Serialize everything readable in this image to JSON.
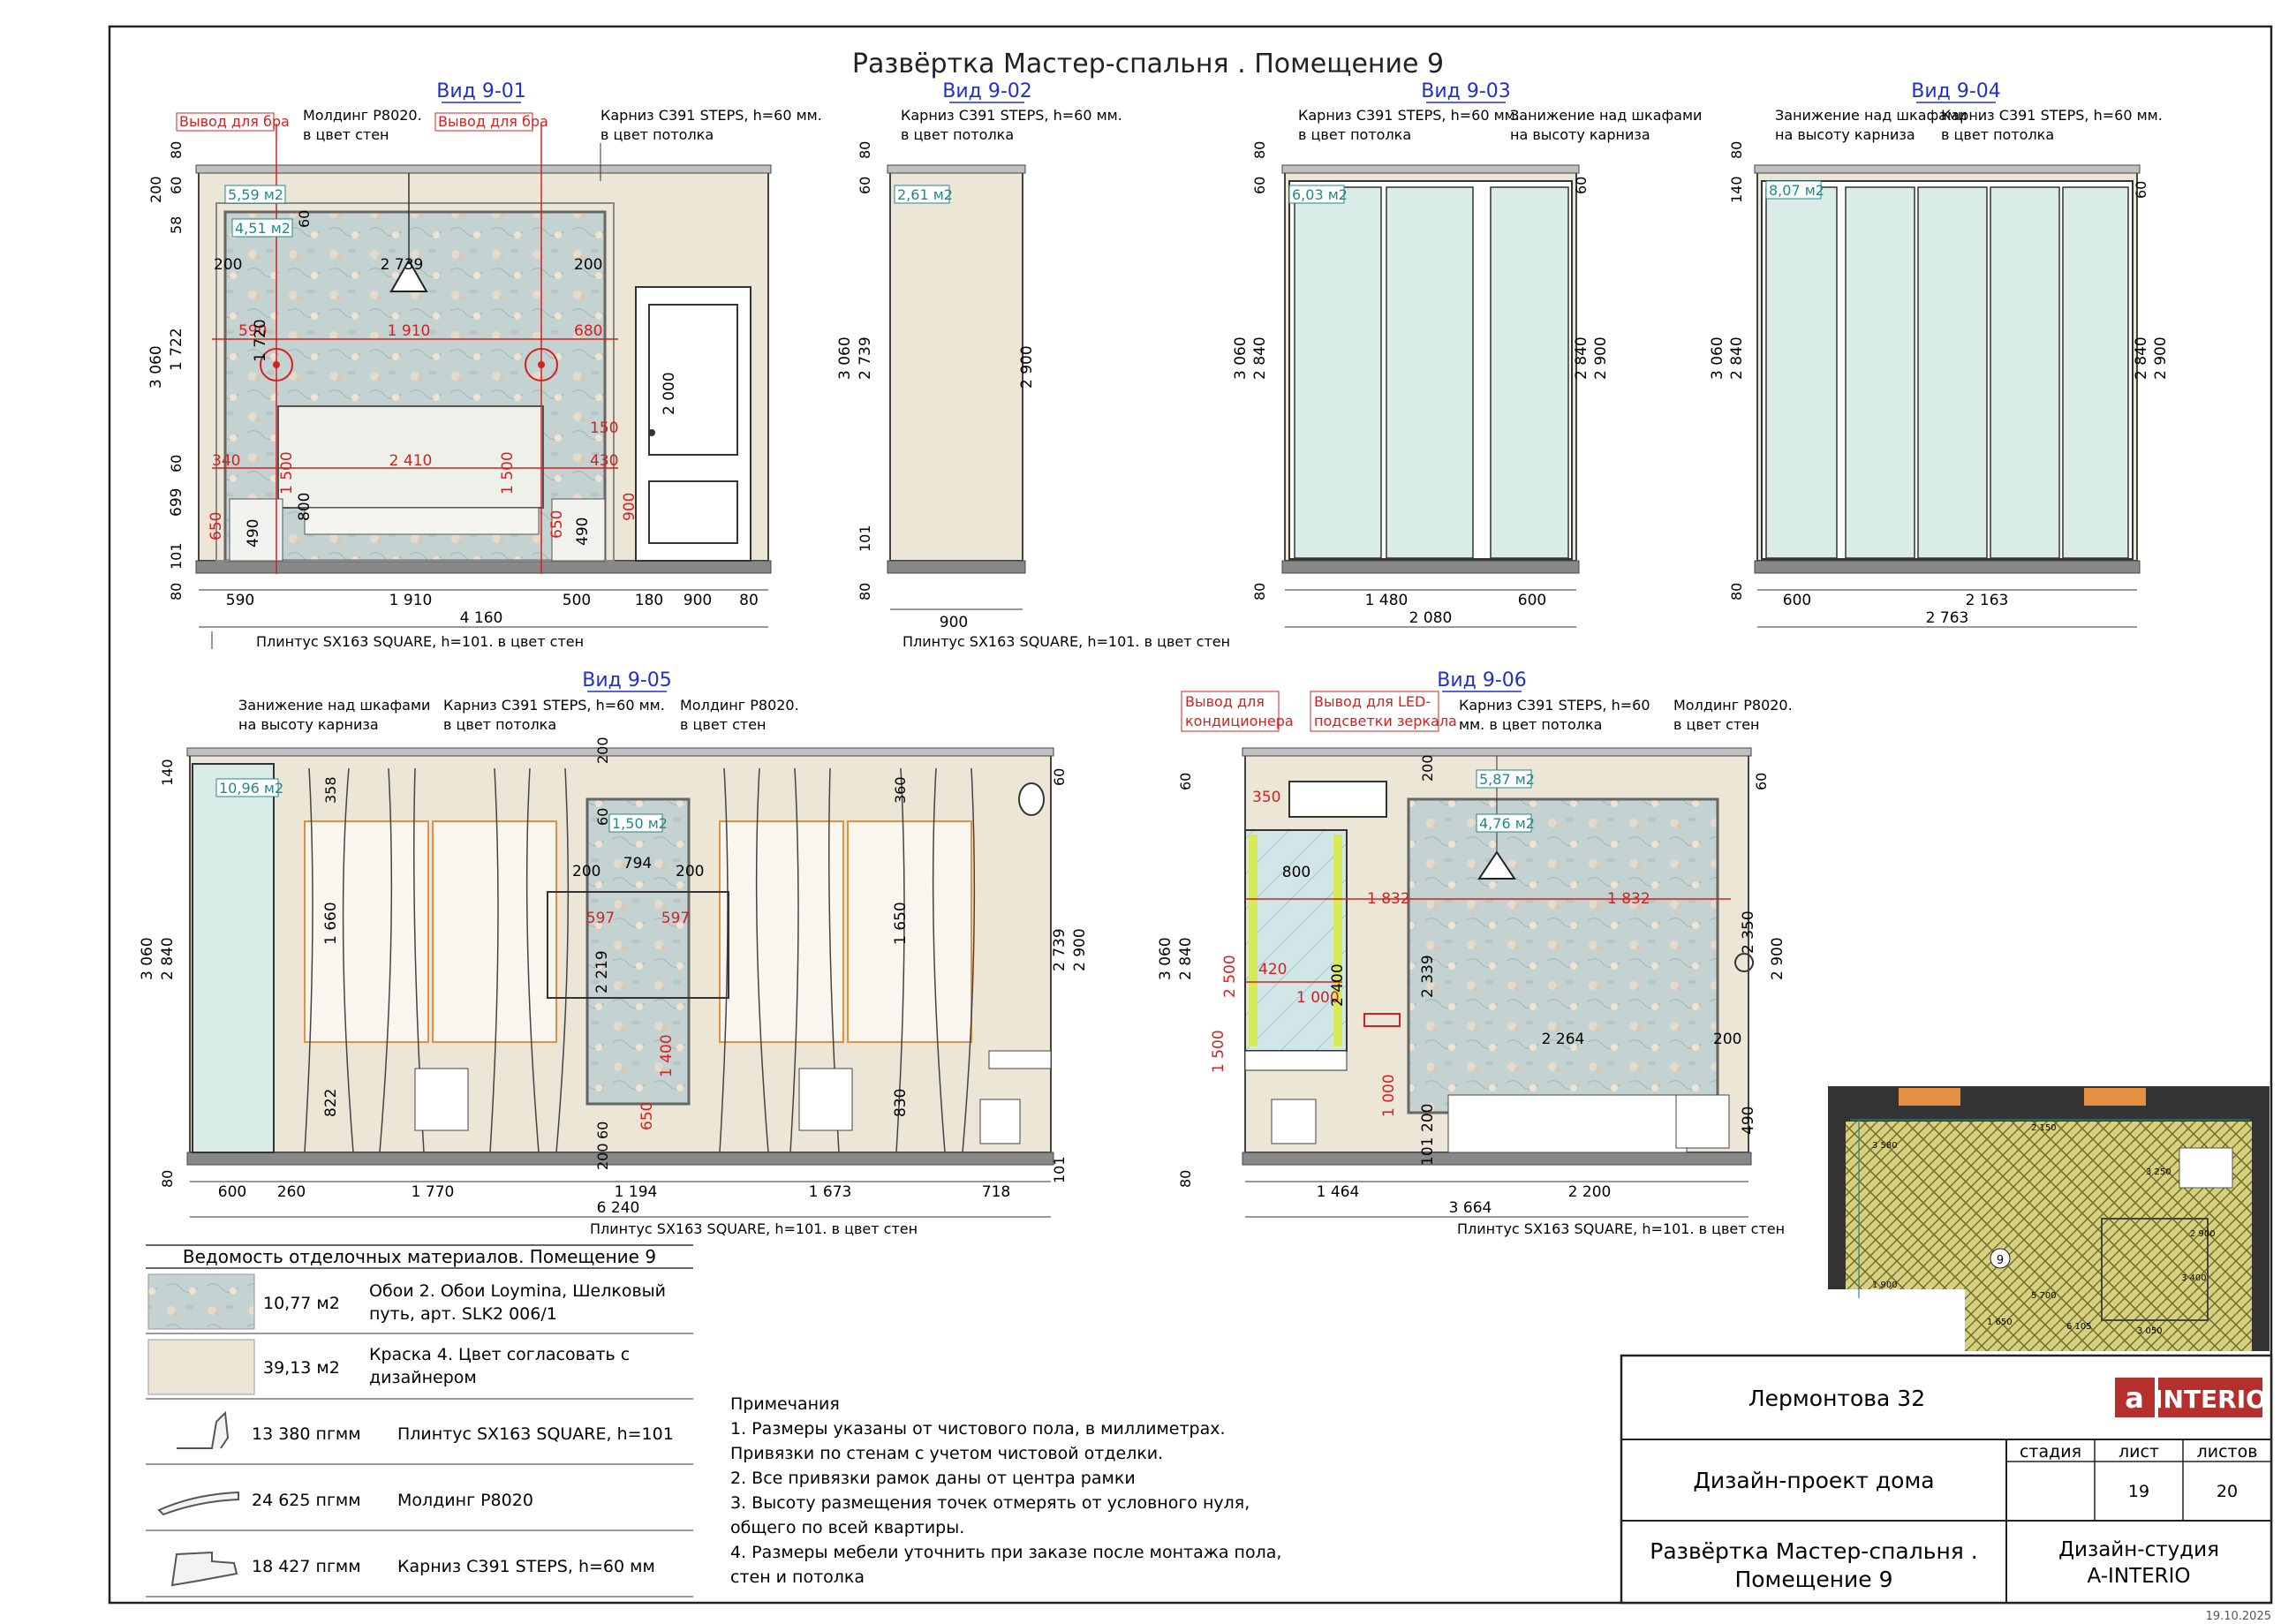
{
  "title": "Развёртка Мастер-спальня . Помещение 9",
  "views": [
    {
      "id": "v1",
      "name": "Вид 9-01",
      "labels": [
        "Вывод для бра",
        "Молдинг Р8020.",
        "в цвет стен",
        "Вывод для бра",
        "Карниз C391 STEPS, h=60 мм.",
        "в цвет потолка"
      ],
      "areas": [
        "5,59 м2",
        "4,51 м2"
      ],
      "dims": [
        "590",
        "1 910",
        "500",
        "180",
        "900",
        "80",
        "4 160",
        "200",
        "200",
        "2 739",
        "590",
        "1 910",
        "680",
        "340",
        "2 410",
        "430",
        "150",
        "2 000",
        "1 722",
        "1 720",
        "3 060",
        "1 500",
        "1 500",
        "699",
        "800",
        "650",
        "490",
        "650",
        "490",
        "900",
        "80",
        "60",
        "58",
        "200",
        "60",
        "101",
        "80",
        "60"
      ],
      "footer": "Плинтус SX163 SQUARE, h=101. в цвет стен"
    },
    {
      "id": "v2",
      "name": "Вид 9-02",
      "labels": [
        "Карниз C391 STEPS, h=60 мм.",
        "в цвет потолка"
      ],
      "areas": [
        "2,61 м2"
      ],
      "dims": [
        "900",
        "3 060",
        "2 739",
        "2 900",
        "80",
        "60",
        "101",
        "80"
      ],
      "footer": "Плинтус SX163 SQUARE, h=101. в цвет стен"
    },
    {
      "id": "v3",
      "name": "Вид 9-03",
      "labels": [
        "Карниз C391 STEPS, h=60 мм.",
        "в цвет потолка",
        "Занижение над шкафами",
        "на высоту карниза"
      ],
      "areas": [
        "6,03 м2"
      ],
      "dims": [
        "1 480",
        "600",
        "2 080",
        "3 060",
        "2 840",
        "2 840",
        "2 900",
        "80",
        "60",
        "80",
        "60"
      ]
    },
    {
      "id": "v4",
      "name": "Вид 9-04",
      "labels": [
        "Занижение над шкафами",
        "на высоту карниза",
        "Карниз C391 STEPS, h=60 мм.",
        "в цвет потолка"
      ],
      "areas": [
        "8,07 м2"
      ],
      "dims": [
        "600",
        "2 163",
        "2 763",
        "3 060",
        "2 840",
        "2 840",
        "2 900",
        "80",
        "140",
        "80",
        "60"
      ]
    },
    {
      "id": "v5",
      "name": "Вид 9-05",
      "labels": [
        "Занижение над шкафами",
        "на высоту карниза",
        "Карниз C391 STEPS, h=60 мм.",
        "в цвет потолка",
        "Молдинг Р8020.",
        "в цвет стен"
      ],
      "areas": [
        "10,96 м2",
        "1,50 м2"
      ],
      "dims": [
        "600",
        "260",
        "1 770",
        "1 194",
        "1 673",
        "718",
        "6 240",
        "358",
        "360",
        "200",
        "794",
        "200",
        "597",
        "597",
        "1 660",
        "2 219",
        "1 650",
        "1 400",
        "650",
        "822",
        "830",
        "3 060",
        "2 840",
        "2 739",
        "2 900",
        "140",
        "80",
        "60",
        "200",
        "60",
        "200",
        "101",
        "60"
      ],
      "footer": "Плинтус SX163 SQUARE, h=101. в цвет стен"
    },
    {
      "id": "v6",
      "name": "Вид 9-06",
      "labels": [
        "Вывод для",
        "кондиционера",
        "Вывод для LED-",
        "подсветки зеркала",
        "Карниз C391 STEPS, h=60",
        "мм. в цвет потолка",
        "Молдинг Р8020.",
        "в цвет стен"
      ],
      "areas": [
        "5,87 м2",
        "4,76 м2"
      ],
      "dims": [
        "350",
        "800",
        "1 832",
        "1 832",
        "420",
        "1 000",
        "2 400",
        "2 500",
        "1 500",
        "1 000",
        "2 339",
        "2 264",
        "200",
        "2 350",
        "2 900",
        "490",
        "200",
        "101",
        "3 060",
        "2 840",
        "200",
        "1 464",
        "3 664",
        "2 200",
        "80",
        "60",
        "60"
      ],
      "footer": "Плинтус SX163 SQUARE, h=101. в цвет стен"
    }
  ],
  "materials": {
    "title": "Ведомость отделочных материалов. Помещение 9",
    "rows": [
      {
        "qty": "10,77 м2",
        "desc1": "Обои 2. Обои Loymina, Шелковый",
        "desc2": "путь, арт. SLK2 006/1"
      },
      {
        "qty": "39,13 м2",
        "desc1": "Краска 4. Цвет согласовать с",
        "desc2": "дизайнером"
      },
      {
        "qty": "13 380 пгмм",
        "desc1": "Плинтус SX163 SQUARE, h=101",
        "desc2": ""
      },
      {
        "qty": "24 625 пгмм",
        "desc1": "Молдинг Р8020",
        "desc2": ""
      },
      {
        "qty": "18 427 пгмм",
        "desc1": "Карниз C391 STEPS, h=60 мм",
        "desc2": ""
      }
    ]
  },
  "notes": {
    "title": "Примечания",
    "lines": [
      "1. Размеры указаны от чистового пола, в миллиметрах.",
      "Привязки по стенам с учетом чистовой отделки.",
      "2. Все привязки рамок даны от центра рамки",
      "3. Высоту размещения точек отмерять от условного нуля,",
      "общего по всей квартиры.",
      "4. Размеры мебели уточнить при заказе после монтажа пола,",
      "стен и потолка"
    ]
  },
  "plan_marks": {
    "room": "9",
    "items": [
      "2 150",
      "3 580",
      "3 250",
      "1 900",
      "5 700",
      "6 105",
      "3 050",
      "2 900",
      "1 650",
      "3 400"
    ]
  },
  "stamp": {
    "address": "Лермонтова 32",
    "logo_a": "a",
    "logo_text": "INTERIO",
    "project": "Дизайн-проект дома",
    "col_stage": "стадия",
    "col_sheet": "лист",
    "col_sheets": "листов",
    "sheet": "19",
    "sheets": "20",
    "drawing1": "Развёртка Мастер-спальня .",
    "drawing2": "Помещение 9",
    "studio1": "Дизайн-студия",
    "studio2": "A-INTERIO"
  },
  "date": "19.10.2025",
  "colors": {
    "wall": "#ebe6d6",
    "wallpaper": "#c4d3d2",
    "glass": "#d9ece8",
    "red": "#d62020",
    "blue": "#2030c8",
    "teal": "#1f8a8a",
    "orange": "#e59040",
    "floor": "#d8d28a"
  }
}
